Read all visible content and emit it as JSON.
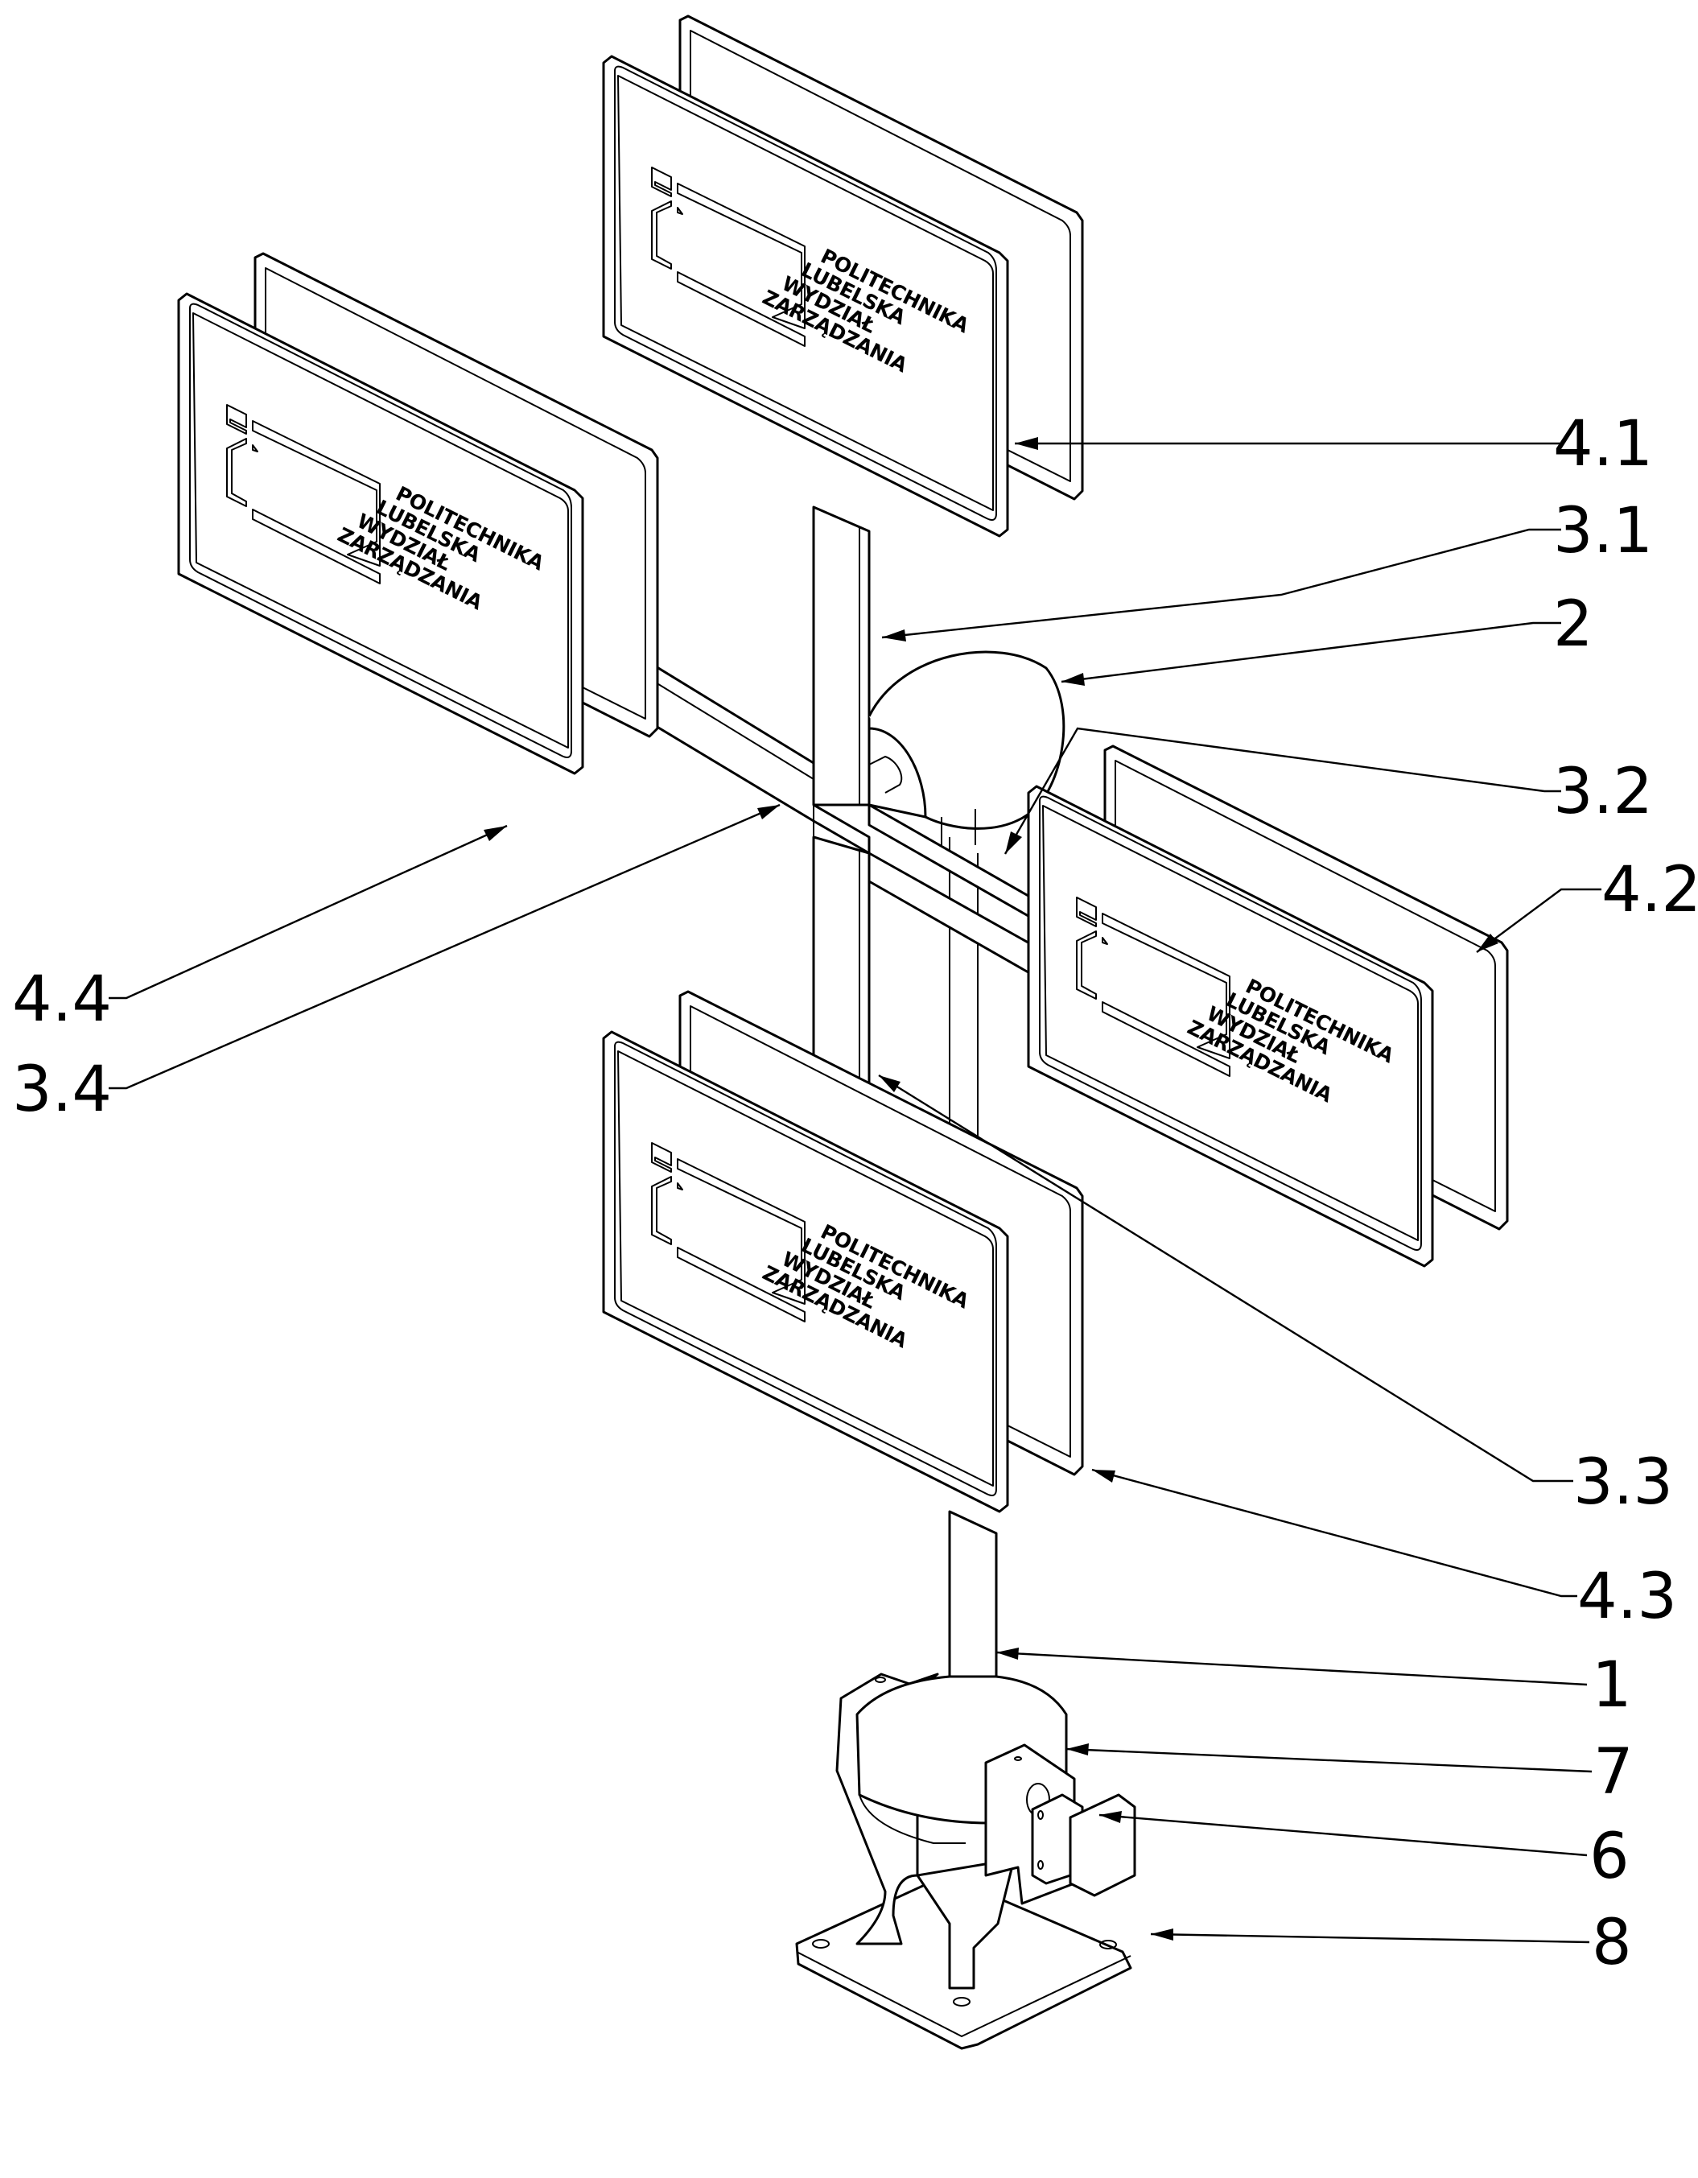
{
  "figure": {
    "type": "patent-isometric-drawing",
    "subject": "rotating advertising/information pylon with four double-sided sign panels, lamp, pole and motorised base"
  },
  "sign": {
    "lines": [
      "POLITECHNIKA",
      "LUBELSKA",
      "WYDZIAŁ",
      "ZARZĄDZANIA"
    ],
    "logo": "politechnika-lubelska-logo-icon"
  },
  "panels": [
    {
      "id": "4.1",
      "position": "top"
    },
    {
      "id": "4.2",
      "position": "right"
    },
    {
      "id": "4.3",
      "position": "bottom"
    },
    {
      "id": "4.4",
      "position": "left"
    }
  ],
  "labels": [
    {
      "id": "4.1",
      "text": "4.1",
      "refers_to": "sign panel (top)"
    },
    {
      "id": "3.1",
      "text": "3.1",
      "refers_to": "support arm (upper)"
    },
    {
      "id": "2",
      "text": "2",
      "refers_to": "lamp"
    },
    {
      "id": "3.2",
      "text": "3.2",
      "refers_to": "support arm (right)"
    },
    {
      "id": "4.2",
      "text": "4.2",
      "refers_to": "sign panel (right)"
    },
    {
      "id": "4.4",
      "text": "4.4",
      "refers_to": "sign panel (left)"
    },
    {
      "id": "3.4",
      "text": "3.4",
      "refers_to": "support arm (left)"
    },
    {
      "id": "3.3",
      "text": "3.3",
      "refers_to": "support arm (lower)"
    },
    {
      "id": "4.3",
      "text": "4.3",
      "refers_to": "sign panel (bottom)"
    },
    {
      "id": "1",
      "text": "1",
      "refers_to": "pole"
    },
    {
      "id": "7",
      "text": "7",
      "refers_to": "rotating housing"
    },
    {
      "id": "6",
      "text": "6",
      "refers_to": "drive bracket"
    },
    {
      "id": "8",
      "text": "8",
      "refers_to": "motor"
    }
  ],
  "colors": {
    "ink": "#000000",
    "paper": "#ffffff"
  }
}
